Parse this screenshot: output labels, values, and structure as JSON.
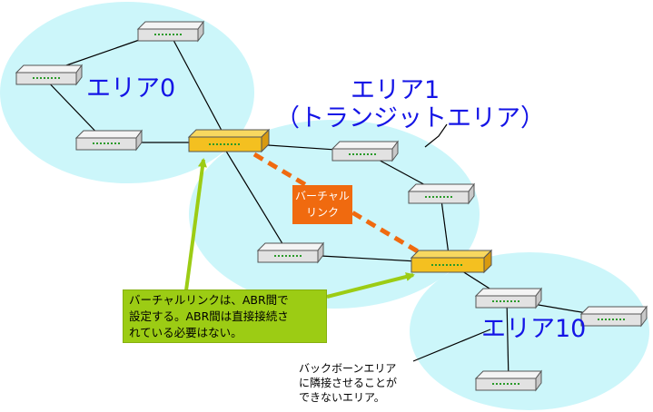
{
  "areas": [
    {
      "id": "area0",
      "label": "エリア0"
    },
    {
      "id": "area1",
      "label_line1": "エリア1",
      "label_line2": "（トランジットエリア）"
    },
    {
      "id": "area10",
      "label": "エリア10"
    }
  ],
  "virtual_link": {
    "line1": "バーチャル",
    "line2": "リンク"
  },
  "note": {
    "lines": [
      "バーチャルリンクは、ABR間で",
      "設定する。ABR間は直接接続さ",
      "れている必要はない。"
    ]
  },
  "callout": {
    "lines": [
      "バックボーンエリア",
      "に隣接させることが",
      "できないエリア。"
    ]
  },
  "colors": {
    "area_fill": "#ccf6fa",
    "router_fill": "#e4e4e4",
    "abr_fill": "#f4c020",
    "virtual_link": "#f06a0f",
    "note_fill": "#9ccc14",
    "area_text": "#1414e6"
  },
  "icons": {
    "router": "router-icon",
    "abr": "abr-router-icon"
  }
}
